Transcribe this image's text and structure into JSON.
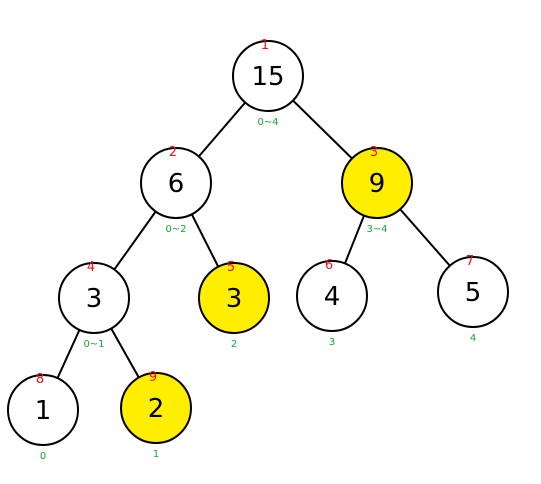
{
  "colors": {
    "background": "#ffffff",
    "stroke": "#000000",
    "highlight_fill": "#ffee00",
    "plain_fill": "#ffffff",
    "index_text": "#e8141f",
    "range_text": "#18a33a",
    "value_text": "#000000"
  },
  "tree": {
    "nodes": [
      {
        "id": "n1",
        "value": "15",
        "index": "1",
        "range": "0~4",
        "highlighted": false
      },
      {
        "id": "n2",
        "value": "6",
        "index": "2",
        "range": "0~2",
        "highlighted": false
      },
      {
        "id": "n3",
        "value": "9",
        "index": "3",
        "range": "3~4",
        "highlighted": true
      },
      {
        "id": "n4",
        "value": "3",
        "index": "4",
        "range": "0~1",
        "highlighted": false
      },
      {
        "id": "n5",
        "value": "3",
        "index": "5",
        "range": "2",
        "highlighted": true
      },
      {
        "id": "n6",
        "value": "4",
        "index": "6",
        "range": "3",
        "highlighted": false
      },
      {
        "id": "n7",
        "value": "5",
        "index": "7",
        "range": "4",
        "highlighted": false
      },
      {
        "id": "n8",
        "value": "1",
        "index": "8",
        "range": "0",
        "highlighted": false
      },
      {
        "id": "n9",
        "value": "2",
        "index": "9",
        "range": "1",
        "highlighted": true
      }
    ],
    "edges": [
      {
        "from": "n1",
        "to": "n2"
      },
      {
        "from": "n1",
        "to": "n3"
      },
      {
        "from": "n2",
        "to": "n4"
      },
      {
        "from": "n2",
        "to": "n5"
      },
      {
        "from": "n3",
        "to": "n6"
      },
      {
        "from": "n3",
        "to": "n7"
      },
      {
        "from": "n4",
        "to": "n8"
      },
      {
        "from": "n4",
        "to": "n9"
      }
    ]
  }
}
